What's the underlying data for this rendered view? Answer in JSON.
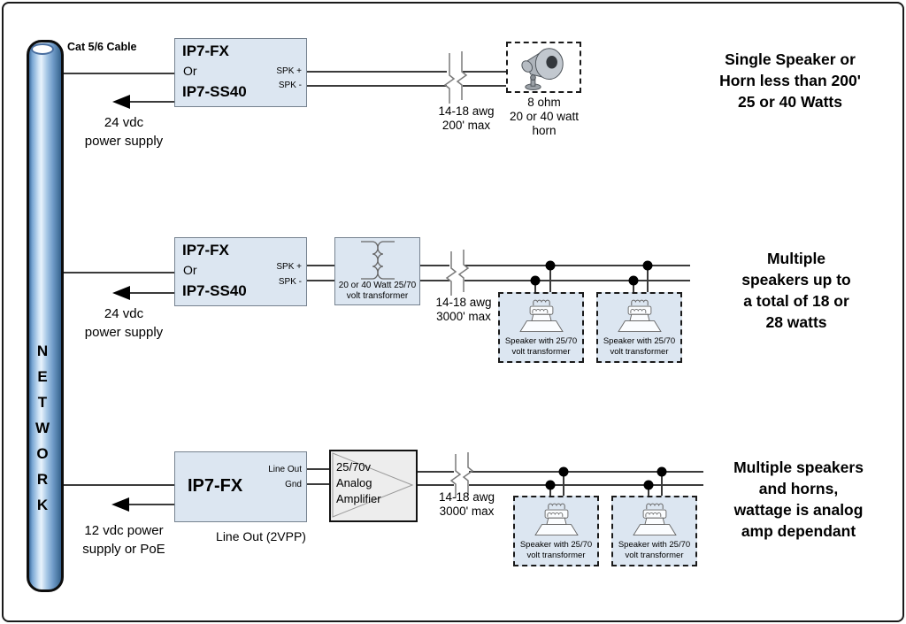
{
  "network": {
    "cable_label": "Cat 5/6 Cable",
    "letters": [
      "N",
      "E",
      "T",
      "W",
      "O",
      "R",
      "K"
    ]
  },
  "row1": {
    "device_line1": "IP7-FX",
    "device_line2": "Or",
    "device_line3": "IP7-SS40",
    "pin_top": "SPK +",
    "pin_bottom": "SPK -",
    "power_line1": "24 vdc",
    "power_line2": "power supply",
    "wire_gauge": "14-18 awg",
    "wire_max": "200' max",
    "load_line1": "8 ohm",
    "load_line2": "20 or 40 watt",
    "load_line3": "horn",
    "headline_line1": "Single Speaker or",
    "headline_line2": "Horn less than 200'",
    "headline_line3": "25 or 40 Watts"
  },
  "row2": {
    "device_line1": "IP7-FX",
    "device_line2": "Or",
    "device_line3": "IP7-SS40",
    "pin_top": "SPK +",
    "pin_bottom": "SPK -",
    "power_line1": "24 vdc",
    "power_line2": "power supply",
    "transformer_line1": "20 or 40 Watt 25/70",
    "transformer_line2": "volt transformer",
    "wire_gauge": "14-18 awg",
    "wire_max": "3000' max",
    "speaker_line1": "Speaker with 25/70",
    "speaker_line2": "volt transformer",
    "headline_line1": "Multiple",
    "headline_line2": "speakers up to",
    "headline_line3": "a total of 18 or",
    "headline_line4": "28 watts"
  },
  "row3": {
    "device_line1": "IP7-FX",
    "pin_top": "Line Out",
    "pin_bottom": "Gnd",
    "caption": "Line Out (2VPP)",
    "amp_line1": "25/70v",
    "amp_line2": "Analog",
    "amp_line3": "Amplifier",
    "power_line1": "12 vdc power",
    "power_line2": "supply or PoE",
    "wire_gauge": "14-18 awg",
    "wire_max": "3000' max",
    "speaker_line1": "Speaker with 25/70",
    "speaker_line2": "volt transformer",
    "headline_line1": "Multiple speakers",
    "headline_line2": "and horns,",
    "headline_line3": "wattage is analog",
    "headline_line4": "amp dependant"
  },
  "colors": {
    "device_fill": "#dce6f1",
    "amp_fill": "#ededed",
    "wire": "#3b3b3b",
    "cylinder_blue": "#6f9ac8"
  }
}
